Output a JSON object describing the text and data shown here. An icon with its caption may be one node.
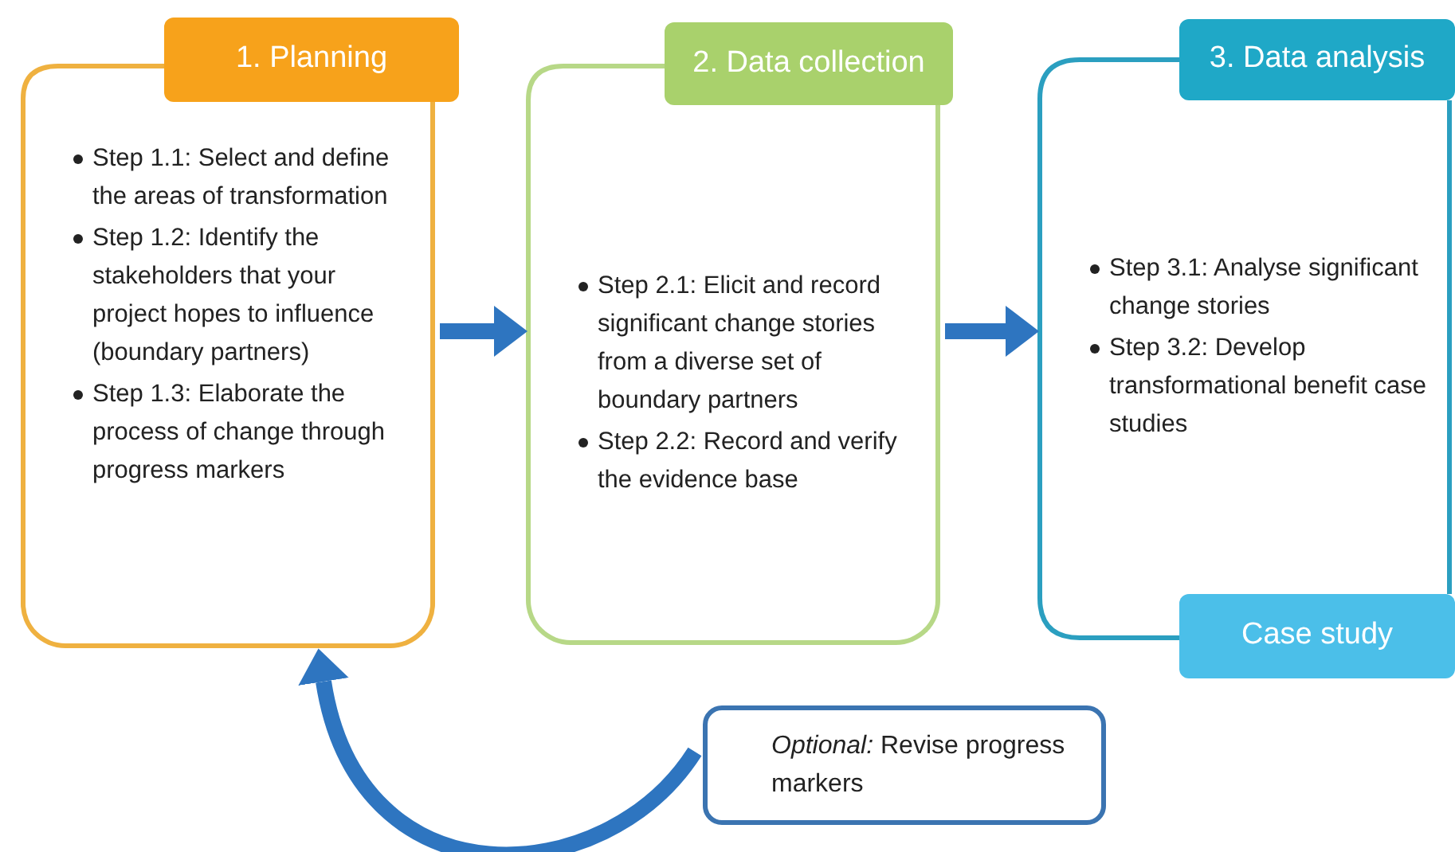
{
  "diagram": {
    "nodes": [
      {
        "text": [
          "1. Planning"
        ]
      },
      {
        "text": [
          "Step 1.1: Select and define the areas of transformation",
          "Step 1.2: Identify the stakeholders that your project hopes to influence (boundary partners)",
          "Step 1.3: Elaborate the process of change through progress markers"
        ]
      },
      {
        "text": [
          "2. Data collection"
        ]
      },
      {
        "text": [
          "Step 2.1: Elicit and record significant change stories from a diverse set of boundary partners",
          "Step 2.2: Record and verify the evidence base"
        ]
      },
      {
        "text": [
          "3. Data analysis"
        ]
      },
      {
        "text": [
          "Step 3.1: Analyse significant change stories",
          "Step 3.2: Develop transformational benefit case studies"
        ]
      },
      {
        "text": [
          "Case study"
        ]
      },
      {
        "text": [
          "*Optional:* Revise progress markers"
        ]
      }
    ],
    "edges": [
      {
        "from": 1,
        "to": 3,
        "arrow": "to"
      },
      {
        "from": 3,
        "to": 5,
        "arrow": "to"
      },
      {
        "from": 7,
        "to": 1,
        "arrow": "to"
      }
    ]
  }
}
